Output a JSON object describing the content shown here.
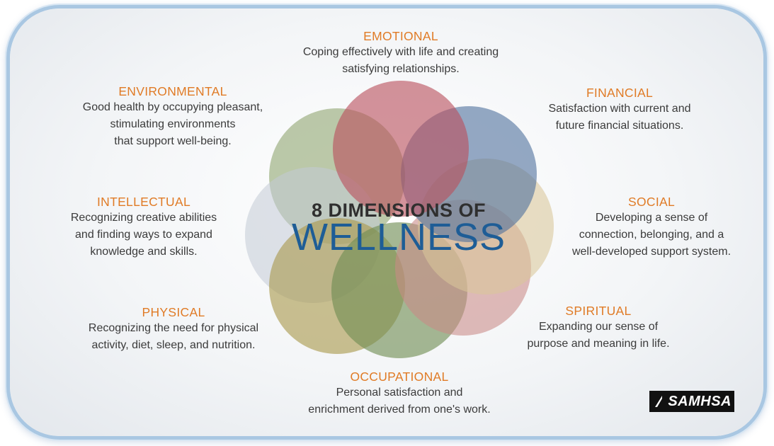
{
  "title": {
    "line1": "8 DIMENSIONS OF",
    "line2": "WELLNESS"
  },
  "dimensions": [
    {
      "name": "EMOTIONAL",
      "lines": [
        "Coping effectively with life and creating",
        "satisfying relationships."
      ]
    },
    {
      "name": "FINANCIAL",
      "lines": [
        "Satisfaction with current and",
        "future financial situations."
      ]
    },
    {
      "name": "SOCIAL",
      "lines": [
        "Developing a sense of",
        "connection, belonging, and a",
        "well-developed support system."
      ]
    },
    {
      "name": "SPIRITUAL",
      "lines": [
        "Expanding our sense of",
        "purpose and meaning in life."
      ]
    },
    {
      "name": "OCCUPATIONAL",
      "lines": [
        "Personal satisfaction and",
        "enrichment derived from one's work."
      ]
    },
    {
      "name": "PHYSICAL",
      "lines": [
        "Recognizing the need for physical",
        "activity, diet, sleep, and nutrition."
      ]
    },
    {
      "name": "INTELLECTUAL",
      "lines": [
        "Recognizing creative abilities",
        "and finding ways to expand",
        "knowledge and skills."
      ]
    },
    {
      "name": "ENVIRONMENTAL",
      "lines": [
        "Good health by occupying pleasant,",
        "stimulating environments",
        "that support well-being."
      ]
    }
  ],
  "logo": {
    "text": "SAMHSA"
  },
  "colors": {
    "heading": "#e07b26",
    "wellness": "#1e5d96",
    "emotional_petal": "#b9505e",
    "financial_petal": "#4f6f9c",
    "social_petal": "#d9c79a",
    "spiritual_petal": "#c98a86",
    "occupational_petal": "#6f8d52",
    "physical_petal": "#a99a4e",
    "intellectual_petal": "#c9d0da",
    "environmental_petal": "#93a874"
  }
}
